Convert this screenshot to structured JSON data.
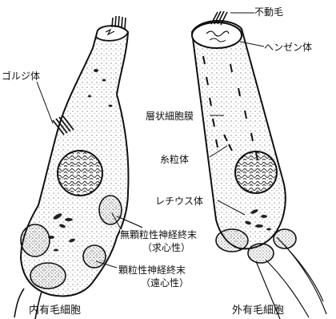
{
  "labels": {
    "fudoumou": "不動毛",
    "hensen": "ヘンゼン体",
    "golgi": "ゴルジ体",
    "souzyou": "層状細胞膜",
    "shiryu": "糸粒体",
    "retzius": "レチウス体",
    "mukaryu": "無顆粒性神経終末",
    "kyuushin": "（求心性）",
    "karyu": "顆粒性神経終末",
    "enshin": "（遠心性）"
  },
  "captions": {
    "inner": "内有毛細胞",
    "outer": "外有毛細胞"
  }
}
